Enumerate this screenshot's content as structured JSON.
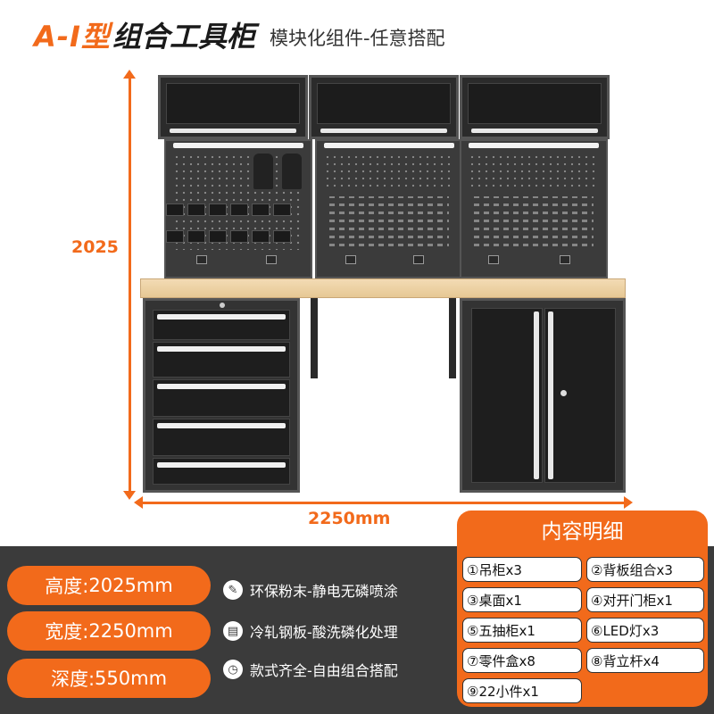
{
  "header": {
    "model": "A-I型",
    "title": "组合工具柜",
    "subtitle": "模块化组件-任意搭配"
  },
  "dimensions": {
    "height_label": "2025",
    "width_label": "2250mm"
  },
  "specs": [
    {
      "label": "高度:",
      "value": "2025mm"
    },
    {
      "label": "宽度:",
      "value": "2250mm"
    },
    {
      "label": "深度:",
      "value": "550mm"
    }
  ],
  "features": [
    {
      "icon": "spray-gun-icon",
      "glyph": "✎",
      "text": "环保粉末-静电无磷喷涂"
    },
    {
      "icon": "steel-sheet-icon",
      "glyph": "▤",
      "text": "冷轧钢板-酸洗磷化处理"
    },
    {
      "icon": "clock-icon",
      "glyph": "◷",
      "text": "款式齐全-自由组合搭配"
    }
  ],
  "contents": {
    "title": "内容明细",
    "items": [
      "①吊柜x3",
      "②背板组合x3",
      "③桌面x1",
      "④对开门柜x1",
      "⑤五抽柜x1",
      "⑥LED灯x3",
      "⑦零件盒x8",
      "⑧背立杆x4",
      "⑨22小件x1"
    ]
  },
  "colors": {
    "accent": "#f26a1b",
    "band": "#3b3b3b",
    "cabinet": "#2b2b2b",
    "worktop": "#e6c894"
  }
}
